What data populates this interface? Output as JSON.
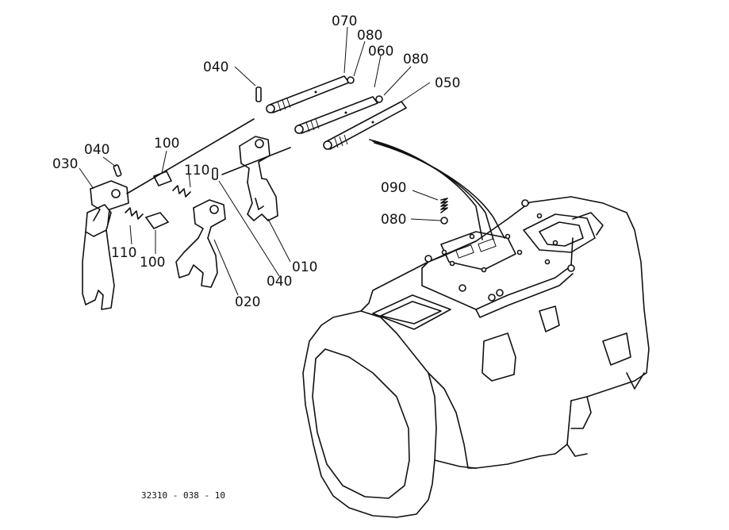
{
  "diagram": {
    "drawing_number": "32310 - 038 - 10",
    "callouts": {
      "p070": "070",
      "p080a": "080",
      "p060": "060",
      "p080b": "080",
      "p050": "050",
      "p040a": "040",
      "p100a": "100",
      "p040b": "040",
      "p030": "030",
      "p110a": "110",
      "p090": "090",
      "p080c": "080",
      "p110b": "110",
      "p100b": "100",
      "p010": "010",
      "p040c": "040",
      "p020": "020"
    }
  }
}
